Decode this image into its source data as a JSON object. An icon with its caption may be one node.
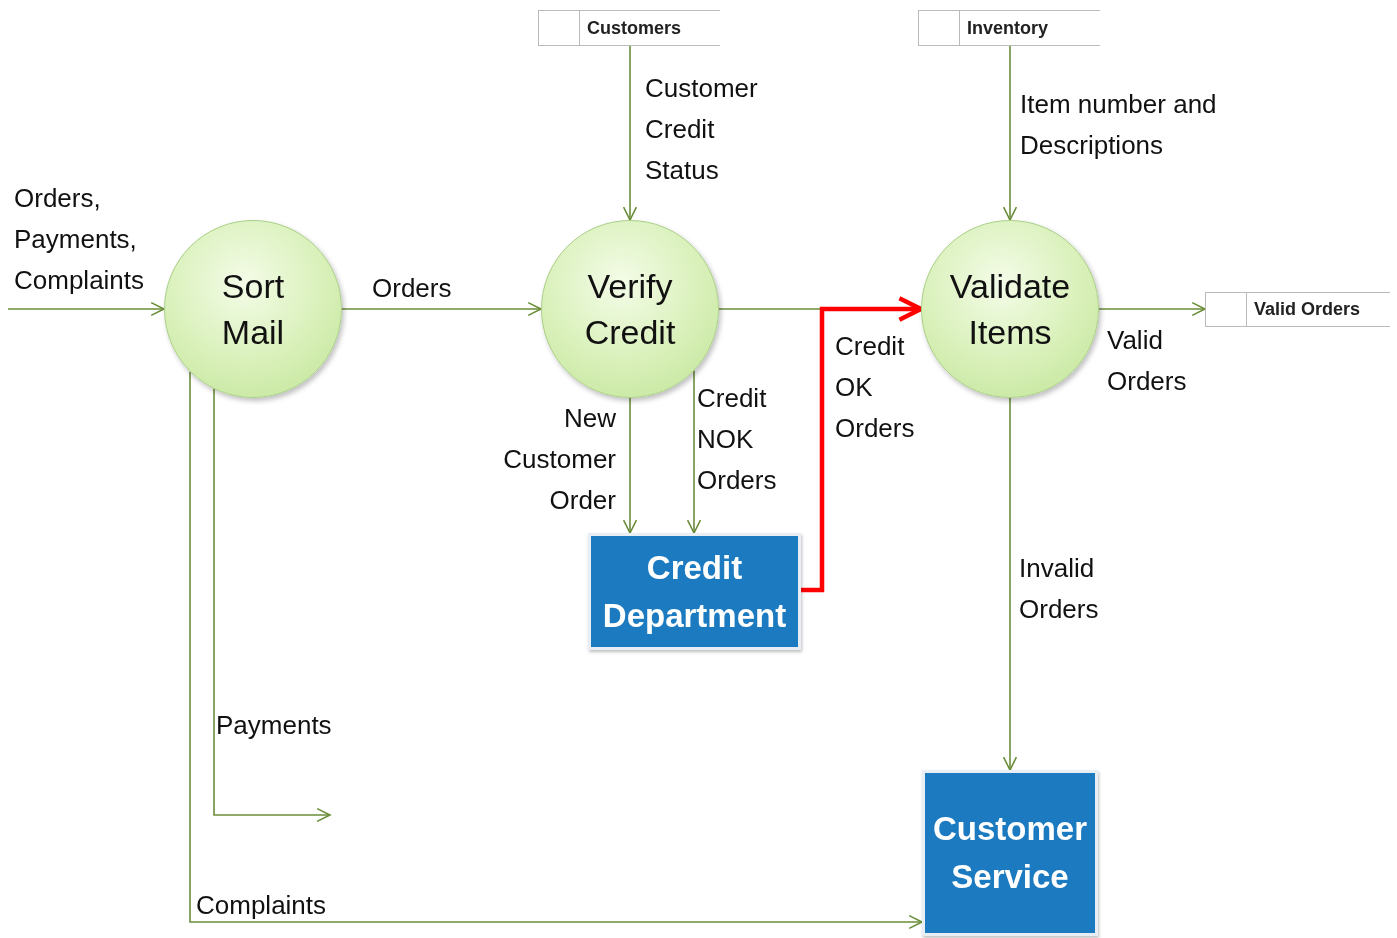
{
  "diagram": {
    "nodes": [
      {
        "text": [
          "Customers"
        ]
      },
      {
        "text": [
          "Inventory"
        ]
      },
      {
        "text": [
          "Sort Mail"
        ]
      },
      {
        "text": [
          "Verify Credit"
        ]
      },
      {
        "text": [
          "Validate Items"
        ]
      },
      {
        "text": [
          "Valid Orders"
        ]
      },
      {
        "text": [
          "Credit Department"
        ]
      },
      {
        "text": [
          "Customer Service"
        ]
      }
    ],
    "edges": [
      {
        "from": null,
        "to": 2,
        "arrow": "to",
        "label": "Orders, Payments, Complaints"
      },
      {
        "from": 2,
        "to": 3,
        "arrow": "to",
        "label": "Orders"
      },
      {
        "from": 0,
        "to": 3,
        "arrow": "to",
        "label": "Customer Credit Status"
      },
      {
        "from": 1,
        "to": 4,
        "arrow": "to",
        "label": "Item number and Descriptions"
      },
      {
        "from": 3,
        "to": 4,
        "arrow": "to"
      },
      {
        "from": 6,
        "to": 4,
        "arrow": "to",
        "label": "Credit OK Orders",
        "style": "thick",
        "color": "#ff0000"
      },
      {
        "from": 3,
        "to": 6,
        "arrow": "to",
        "label": "New Customer Order"
      },
      {
        "from": 3,
        "to": 6,
        "arrow": "to",
        "label": "Credit NOK Orders"
      },
      {
        "from": 4,
        "to": 5,
        "arrow": "to",
        "label": "Valid Orders"
      },
      {
        "from": 4,
        "to": 7,
        "arrow": "to",
        "label": "Invalid Orders"
      },
      {
        "from": 2,
        "to": null,
        "arrow": "to",
        "label": "Payments"
      },
      {
        "from": 2,
        "to": 7,
        "arrow": "to",
        "label": "Complaints"
      }
    ]
  }
}
